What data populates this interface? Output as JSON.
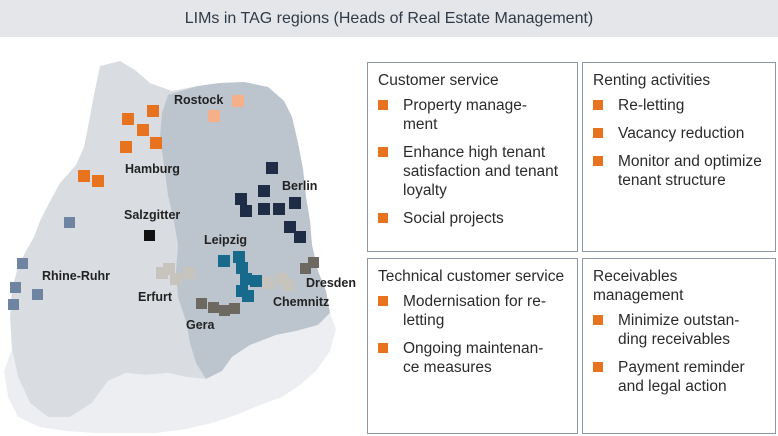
{
  "title": "LIMs in TAG regions (Heads of Real Estate Management)",
  "colors": {
    "orange": "#e8731e",
    "light_orange": "#f5b08a",
    "navy": "#1f2c45",
    "teal": "#176a8c",
    "slate": "#6f84a0",
    "light_gray": "#c6c4bc",
    "dark_gray": "#6d6961",
    "black": "#111111",
    "accent_bullet": "#e8731e"
  },
  "map": {
    "cities": [
      "Rostock",
      "Hamburg",
      "Berlin",
      "Salzgitter",
      "Leipzig",
      "Rhine-Ruhr",
      "Erfurt",
      "Dresden",
      "Chemnitz",
      "Gera"
    ]
  },
  "boxes": {
    "customer_service": {
      "heading": "Customer service",
      "items": [
        "Property manage-\nment",
        "Enhance high tenant satisfaction and tenant loyalty",
        "Social projects"
      ]
    },
    "renting": {
      "heading": "Renting activities",
      "items": [
        "Re-letting",
        "Vacancy reduction",
        "Monitor and optimize tenant structure"
      ]
    },
    "technical": {
      "heading": "Technical customer service",
      "items": [
        "Modernisation for re-letting",
        "Ongoing maintenan-\nce measures"
      ]
    },
    "receivables": {
      "heading": "Receivables management",
      "items": [
        "Minimize outstan-\nding receivables",
        "Payment reminder and legal action"
      ]
    }
  }
}
